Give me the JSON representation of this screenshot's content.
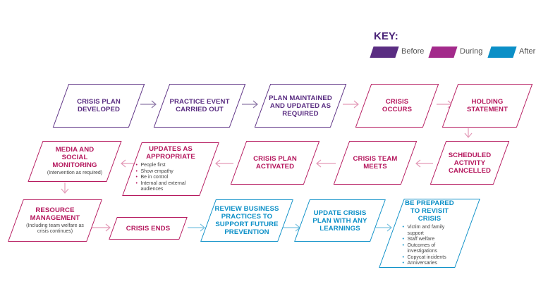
{
  "key": {
    "title": "KEY:",
    "items": [
      {
        "label": "Before",
        "color": "#5a2d82"
      },
      {
        "label": "During",
        "color": "#a32a8b"
      },
      {
        "label": "After",
        "color": "#0b8fc7"
      }
    ]
  },
  "nodes": {
    "crisis_plan_developed": {
      "title": "CRISIS PLAN DEVELOPED",
      "phase": "before"
    },
    "practice_event": {
      "title": "PRACTICE EVENT CARRIED OUT",
      "phase": "before"
    },
    "plan_maintained": {
      "title": "PLAN MAINTAINED AND UPDATED AS REQUIRED",
      "phase": "before"
    },
    "crisis_occurs": {
      "title": "CRISIS OCCURS",
      "phase": "during"
    },
    "holding_statement": {
      "title": "HOLDING STATEMENT",
      "phase": "during"
    },
    "scheduled_activity": {
      "title": "SCHEDULED ACTIVITY CANCELLED",
      "phase": "during"
    },
    "crisis_team_meets": {
      "title": "CRISIS TEAM MEETS",
      "phase": "during"
    },
    "crisis_plan_activated": {
      "title": "CRISIS PLAN ACTIVATED",
      "phase": "during"
    },
    "updates_as_appropriate": {
      "title": "UPDATES AS APPROPRIATE",
      "phase": "during",
      "bullets": [
        "People first",
        "Show empathy",
        "Be in control",
        "Internal and external audiences"
      ]
    },
    "media_monitoring": {
      "title": "MEDIA AND SOCIAL MONITORING",
      "phase": "during",
      "note": "(Intervention as required)"
    },
    "resource_management": {
      "title": "RESOURCE MANAGEMENT",
      "phase": "during",
      "note": "(Including team welfare as crisis continues)"
    },
    "crisis_ends": {
      "title": "CRISIS ENDS",
      "phase": "during"
    },
    "review_business": {
      "title": "REVIEW BUSINESS PRACTICES TO SUPPORT FUTURE PREVENTION",
      "phase": "after"
    },
    "update_crisis_plan": {
      "title": "UPDATE CRISIS PLAN WITH ANY LEARNINGS",
      "phase": "after"
    },
    "be_prepared": {
      "title": "BE PREPARED TO REVISIT CRISIS",
      "phase": "after",
      "bullets": [
        "Victim and family support",
        "Staff welfare",
        "Outcomes of investigations",
        "Copycat incidents",
        "Anniversaries"
      ]
    }
  }
}
